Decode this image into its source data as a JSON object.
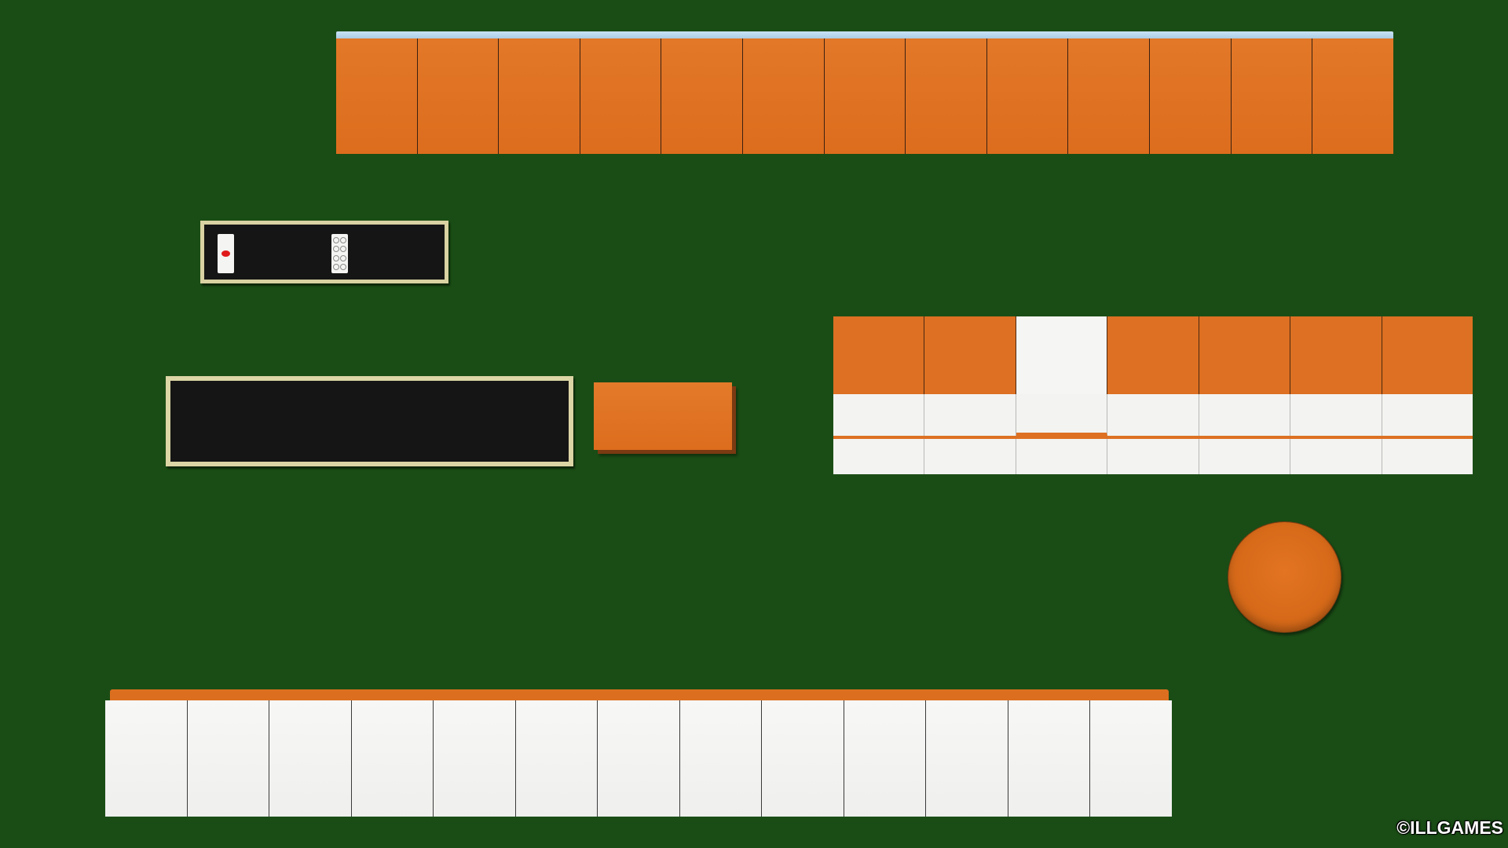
{
  "table": {
    "felt_color": "#1a4d15",
    "tile_back_color": "#dd6f20",
    "tile_face_color": "#f4f4f2",
    "panel_border_color": "#d9d2a2"
  },
  "opponent_hand": {
    "tile_count": 13,
    "tile_icon": "tile-back"
  },
  "dora_panel": {
    "tiles": [
      {
        "name": "one-pin-tile",
        "icon": "red-dot"
      },
      {
        "name": "eight-pin-tile",
        "icon": "eight-circles"
      }
    ]
  },
  "discard_panel": {
    "tiles": []
  },
  "single_tile": {
    "icon": "tile-back"
  },
  "wall_stack": {
    "columns": 7,
    "top_row": [
      "back",
      "back",
      "face",
      "back",
      "back",
      "back",
      "back"
    ]
  },
  "round_disc": {
    "icon": "orange-disc"
  },
  "player_hand": {
    "tile_count": 13,
    "tile_icon": "tile-face-blank"
  },
  "copyright": "©ILLGAMES"
}
